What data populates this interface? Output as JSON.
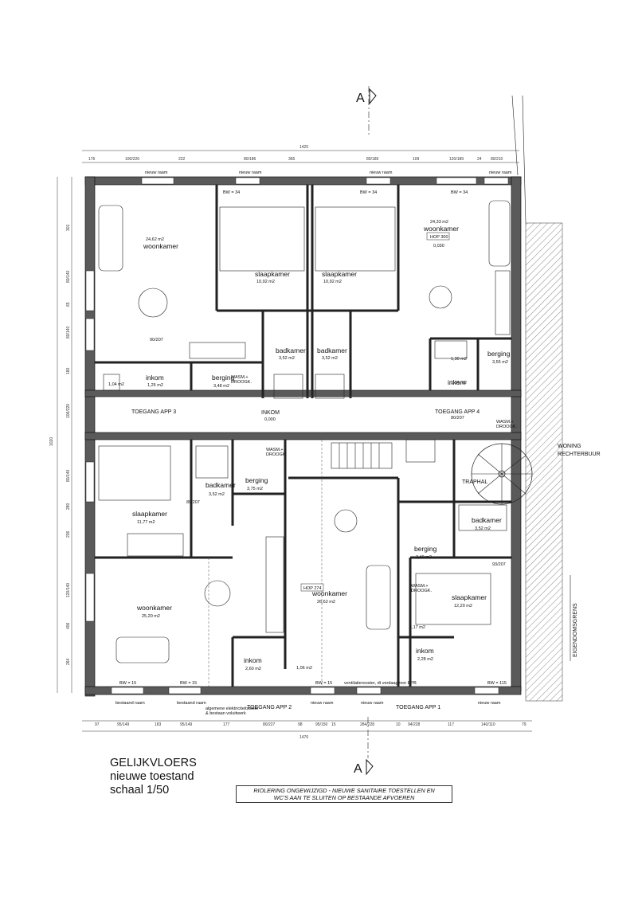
{
  "drawing": {
    "title": [
      "GELIJKVLOERS",
      "nieuwe toestand",
      "schaal 1/50"
    ],
    "note": [
      "RIOLERING ONGEWIJZIGD - NIEUWE SANITAIRE TOESTELLEN EN",
      "WC'S AAN TE SLUITEN OP BESTAANDE AFVOEREN"
    ],
    "section_marker": "A",
    "neighbor_label": [
      "WONING",
      "RECHTERBUUR"
    ],
    "boundary_label": "EIGENDOMSGRENS"
  },
  "dimensions": {
    "overall_top": "1420",
    "overall_bottom": "1476",
    "overall_left": "1020",
    "top_chain": [
      "176",
      "100/226",
      "222",
      "80/186",
      "365",
      "80/186",
      "109",
      "120/189",
      "24",
      "80/210"
    ],
    "bottom_chain": [
      "97",
      "95/149",
      "183",
      "95/149",
      "177",
      "80/227",
      "98",
      "95/150",
      "15",
      "284/228",
      "10",
      "94/228",
      "117",
      "140/110",
      "79"
    ],
    "left_chain": [
      "301",
      "80/140",
      "65",
      "80/140",
      "180",
      "106/220",
      "80/140",
      "280",
      "236",
      "120/140",
      "406",
      "264"
    ]
  },
  "rooms": [
    {
      "id": "woonkamer-app3",
      "name": "woonkamer",
      "area": "24,62 m2"
    },
    {
      "id": "slaapkamer-a",
      "name": "slaapkamer",
      "area": "10,92 m2"
    },
    {
      "id": "slaapkamer-b",
      "name": "slaapkamer",
      "area": "10,92 m2"
    },
    {
      "id": "woonkamer-app4",
      "name": "woonkamer",
      "area": "24,33 m2"
    },
    {
      "id": "badkamer-a",
      "name": "badkamer",
      "area": "3,52 m2"
    },
    {
      "id": "badkamer-b",
      "name": "badkamer",
      "area": "3,52 m2"
    },
    {
      "id": "inkom-app3",
      "name": "inkom",
      "area": "1,25 m2"
    },
    {
      "id": "berging-app3",
      "name": "berging",
      "area": "3,48 m2"
    },
    {
      "id": "berging-app4",
      "name": "berging",
      "area": "3,55 m2"
    },
    {
      "id": "inkom-app4",
      "name": "inkom",
      "area": "1,30 m2"
    },
    {
      "id": "slaapkamer-app2",
      "name": "slaapkamer",
      "area": "11,77 m2"
    },
    {
      "id": "badkamer-app2",
      "name": "badkamer",
      "area": "3,52 m2"
    },
    {
      "id": "berging-app2",
      "name": "berging",
      "area": "3,75 m2"
    },
    {
      "id": "woonkamer-app2",
      "name": "woonkamer",
      "area": "25,20 m2"
    },
    {
      "id": "inkom-app2",
      "name": "inkom",
      "area": "2,60 m2"
    },
    {
      "id": "woonkamer-app1",
      "name": "woonkamer",
      "area": "26,62 m2"
    },
    {
      "id": "badkamer-app1",
      "name": "badkamer",
      "area": "3,52 m2"
    },
    {
      "id": "berging-app1",
      "name": "berging",
      "area": "3,40 m2"
    },
    {
      "id": "slaapkamer-app1",
      "name": "slaapkamer",
      "area": "12,20 m2"
    },
    {
      "id": "inkom-app1",
      "name": "inkom",
      "area": "2,28 m2"
    }
  ],
  "labels": {
    "central_hall": "INKOM",
    "central_hall_level": "0,000",
    "stair_hall": "TRAPHAL",
    "access": [
      "TOEGANG APP 3",
      "TOEGANG APP 4",
      "TOEGANG APP 2",
      "TOEGANG APP 1"
    ],
    "hop_a": "HOP 300",
    "hop_b": "HOP 274",
    "hop_level": "0,030",
    "wash_dry": [
      "WASM.+",
      "DROOGK."
    ],
    "wc_area": [
      "1,04 m2",
      "1,17 m2",
      "1,04 m2",
      "1,06 m2"
    ],
    "window_lintel": [
      "BW = 34",
      "BW = 34",
      "BW = 34",
      "BW = 15",
      "BW = 15",
      "BW = 15",
      "BW = 115"
    ],
    "ventilation": "ventilatierooster, dt verdaagvoor EPB",
    "existing_bay": "bestaand raam",
    "new_bay": "nieuw raam",
    "doors": [
      "90/207",
      "80/207",
      "93/207",
      "80/207"
    ],
    "meters": [
      "algemene elektriciteitsteller",
      "& bestaan voluitwerk"
    ]
  },
  "colors": {
    "wall": "#5a5a5a",
    "line": "#222222",
    "paper": "#ffffff"
  }
}
